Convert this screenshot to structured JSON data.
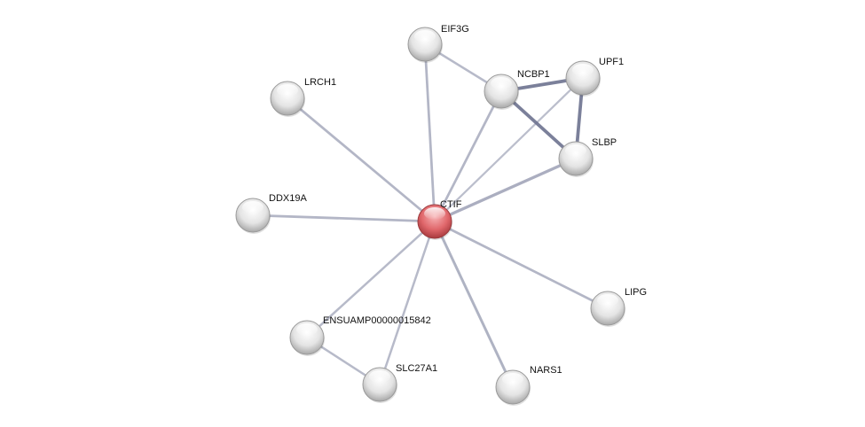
{
  "colors": {
    "query_node": "#e0676b",
    "node": "#e6e6e6",
    "edge": "#9a9eb3",
    "edge_strong": "#6e7390"
  },
  "nodes": [
    {
      "id": "CTIF",
      "label": "CTIF",
      "query": true
    },
    {
      "id": "EIF3G",
      "label": "EIF3G"
    },
    {
      "id": "NCBP1",
      "label": "NCBP1"
    },
    {
      "id": "UPF1",
      "label": "UPF1"
    },
    {
      "id": "SLBP",
      "label": "SLBP"
    },
    {
      "id": "LRCH1",
      "label": "LRCH1"
    },
    {
      "id": "DDX19A",
      "label": "DDX19A"
    },
    {
      "id": "LIPG",
      "label": "LIPG"
    },
    {
      "id": "ENSUAMP00000015842",
      "label": "ENSUAMP00000015842"
    },
    {
      "id": "SLC27A1",
      "label": "SLC27A1"
    },
    {
      "id": "NARS1",
      "label": "NARS1"
    }
  ],
  "edges": [
    {
      "source": "CTIF",
      "target": "EIF3G",
      "strength": 0.5
    },
    {
      "source": "CTIF",
      "target": "NCBP1",
      "strength": 0.5
    },
    {
      "source": "CTIF",
      "target": "UPF1",
      "strength": 0.3
    },
    {
      "source": "CTIF",
      "target": "SLBP",
      "strength": 0.7
    },
    {
      "source": "CTIF",
      "target": "LRCH1",
      "strength": 0.5
    },
    {
      "source": "CTIF",
      "target": "DDX19A",
      "strength": 0.5
    },
    {
      "source": "CTIF",
      "target": "LIPG",
      "strength": 0.5
    },
    {
      "source": "CTIF",
      "target": "ENSUAMP00000015842",
      "strength": 0.4
    },
    {
      "source": "CTIF",
      "target": "SLC27A1",
      "strength": 0.4
    },
    {
      "source": "CTIF",
      "target": "NARS1",
      "strength": 0.6
    },
    {
      "source": "EIF3G",
      "target": "NCBP1",
      "strength": 0.4
    },
    {
      "source": "NCBP1",
      "target": "UPF1",
      "strength": 0.9
    },
    {
      "source": "NCBP1",
      "target": "SLBP",
      "strength": 0.9
    },
    {
      "source": "UPF1",
      "target": "SLBP",
      "strength": 0.9
    },
    {
      "source": "ENSUAMP00000015842",
      "target": "SLC27A1",
      "strength": 0.4
    }
  ]
}
